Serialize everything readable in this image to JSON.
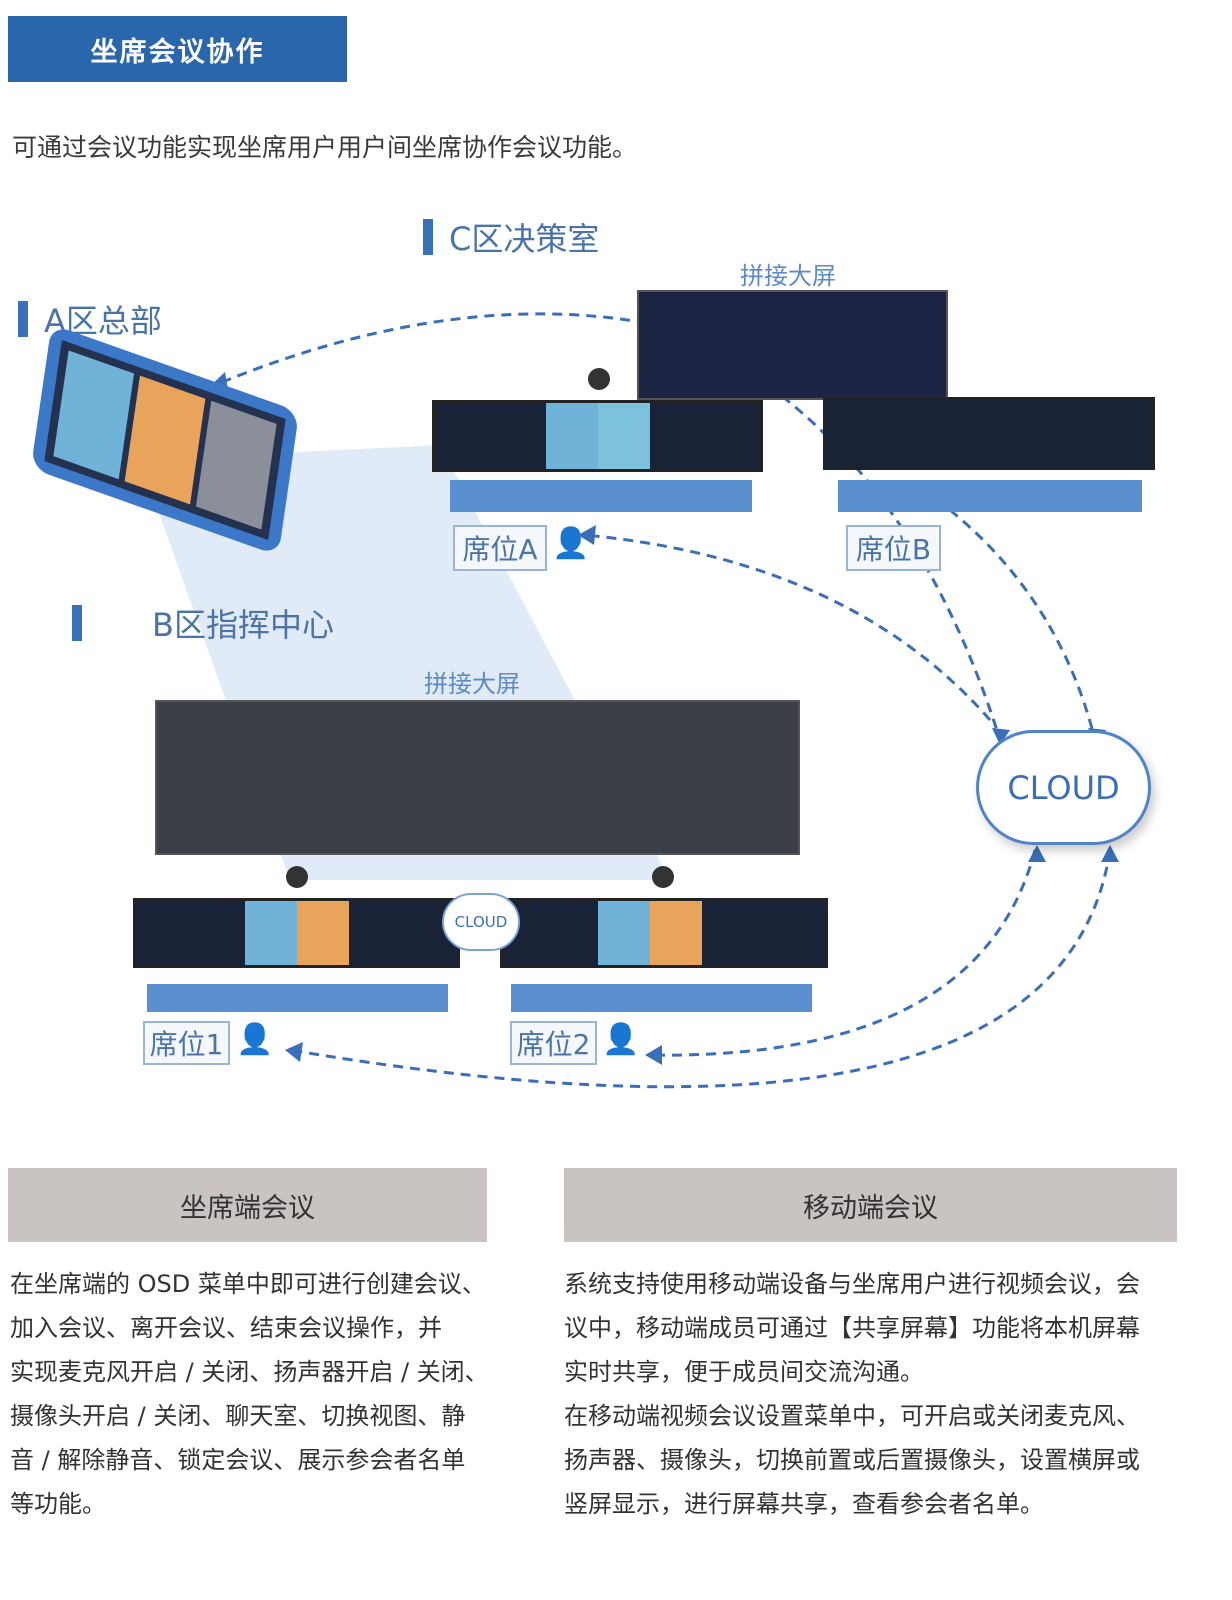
{
  "header": {
    "title": "坐席会议协作"
  },
  "intro": "可通过会议功能实现坐席用户用户间坐席协作会议功能。",
  "diagram": {
    "zone_c": "C区决策室",
    "zone_a": "A区总部",
    "zone_b": "B区指挥中心",
    "video_wall_c": "拼接大屏",
    "video_wall_b": "拼接大屏",
    "seat_a": "席位A",
    "seat_b": "席位B",
    "seat_1": "席位1",
    "seat_2": "席位2",
    "cloud_main": "CLOUD",
    "cloud_small": "CLOUD",
    "colors": {
      "accent": "#2a66ac",
      "zone_text": "#4a74a8",
      "dashed": "#3a6fb8"
    }
  },
  "sections": [
    {
      "title": "坐席端会议",
      "lines": [
        "在坐席端的 OSD 菜单中即可进行创建会议、",
        "加入会议、离开会议、结束会议操作，并",
        "实现麦克风开启 / 关闭、扬声器开启 / 关闭、",
        "摄像头开启 / 关闭、聊天室、切换视图、静",
        "音 / 解除静音、锁定会议、展示参会者名单",
        "等功能。"
      ]
    },
    {
      "title": "移动端会议",
      "lines": [
        "系统支持使用移动端设备与坐席用户进行视频会议，会",
        "议中，移动端成员可通过【共享屏幕】功能将本机屏幕",
        "实时共享，便于成员间交流沟通。",
        "在移动端视频会议设置菜单中，可开启或关闭麦克风、",
        "扬声器、摄像头，切换前置或后置摄像头，设置横屏或",
        "竖屏显示，进行屏幕共享，查看参会者名单。"
      ]
    }
  ]
}
